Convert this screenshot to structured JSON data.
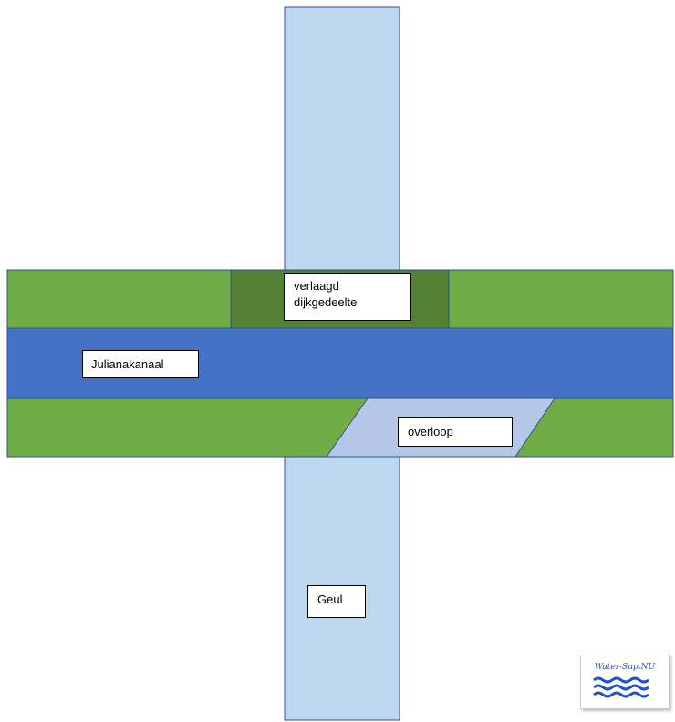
{
  "labels": {
    "dike_section": "verlaagd\ndijkgedeelte",
    "canal": "Julianakanaal",
    "overflow": "overloop",
    "river": "Geul"
  },
  "logo": {
    "text": "Water-Sup.NU"
  },
  "colors": {
    "dike_green": "#70AD47",
    "lowered_dike_green": "#548235",
    "canal_blue": "#4472C4",
    "river_light_blue": "#BDD7EE",
    "overflow_light_blue": "#B4C7E7",
    "outline_dark_blue": "#2F528F",
    "logo_wave_blue": "#1F4FCF"
  }
}
